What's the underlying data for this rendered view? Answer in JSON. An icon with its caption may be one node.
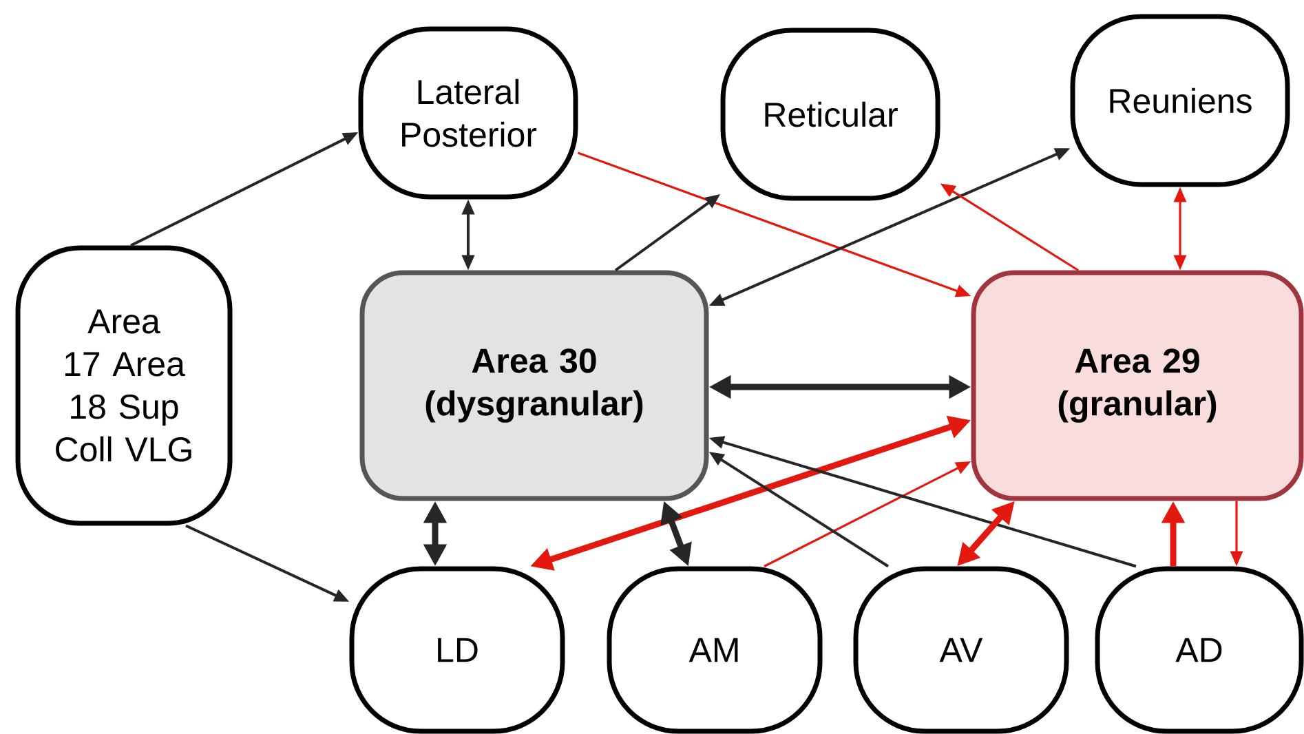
{
  "diagram": {
    "nodes": [
      {
        "text": [
          "Lateral Posterior"
        ]
      },
      {
        "text": [
          "Reticular"
        ]
      },
      {
        "text": [
          "Reuniens"
        ]
      },
      {
        "text": [
          "Area 17 Area 18 Sup Coll VLG"
        ]
      },
      {
        "text": [
          "Area 30 (dysgranular)"
        ]
      },
      {
        "text": [
          "Area 29 (granular)"
        ]
      },
      {
        "text": [
          "LD"
        ]
      },
      {
        "text": [
          "AM"
        ]
      },
      {
        "text": [
          "AV"
        ]
      },
      {
        "text": [
          "AD"
        ]
      }
    ],
    "edges": [
      {
        "from": 3,
        "to": 0,
        "arrow": "to"
      },
      {
        "from": 0,
        "to": 4,
        "arrow": "both"
      },
      {
        "from": 0,
        "to": 5,
        "arrow": "to",
        "color": "#e3190f"
      },
      {
        "from": 4,
        "to": 1,
        "arrow": "to"
      },
      {
        "from": 2,
        "to": 4,
        "arrow": "both"
      },
      {
        "from": 5,
        "to": 1,
        "arrow": "to",
        "color": "#e3190f"
      },
      {
        "from": 5,
        "to": 2,
        "arrow": "both",
        "color": "#e3190f"
      },
      {
        "from": 4,
        "to": 5,
        "arrow": "both",
        "style": "thick"
      },
      {
        "from": 3,
        "to": 6,
        "arrow": "to"
      },
      {
        "from": 4,
        "to": 6,
        "arrow": "both",
        "style": "thick"
      },
      {
        "from": 6,
        "to": 5,
        "arrow": "both",
        "style": "thick",
        "color": "#e3190f"
      },
      {
        "from": 4,
        "to": 7,
        "arrow": "both",
        "style": "thick"
      },
      {
        "from": 7,
        "to": 5,
        "arrow": "to",
        "color": "#e3190f"
      },
      {
        "from": 8,
        "to": 4,
        "arrow": "to"
      },
      {
        "from": 9,
        "to": 4,
        "arrow": "to"
      },
      {
        "from": 8,
        "to": 5,
        "arrow": "both",
        "style": "thick",
        "color": "#e3190f"
      },
      {
        "from": 9,
        "to": 5,
        "arrow": "to",
        "style": "thick",
        "color": "#e3190f"
      },
      {
        "from": 5,
        "to": 9,
        "arrow": "to",
        "color": "#e3190f"
      }
    ]
  }
}
